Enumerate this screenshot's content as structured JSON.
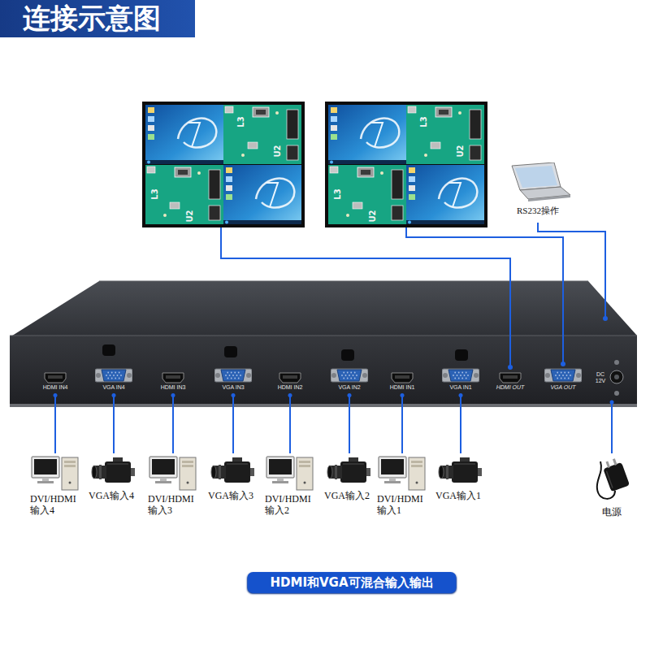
{
  "diagram": {
    "title": "连接示意图",
    "caption": "HDMI和VGA可混合输入输出",
    "nodes": [
      {
        "text": [
          "RS232操作"
        ]
      },
      {
        "text": [
          "HDMI IN4"
        ]
      },
      {
        "text": [
          "VGA IN4"
        ]
      },
      {
        "text": [
          "HDMI IN3"
        ]
      },
      {
        "text": [
          "VGA IN3"
        ]
      },
      {
        "text": [
          "HDMI IN2"
        ]
      },
      {
        "text": [
          "VGA IN2"
        ]
      },
      {
        "text": [
          "HDMI IN1"
        ]
      },
      {
        "text": [
          "VGA IN1"
        ]
      },
      {
        "text": [
          "HDMI OUT"
        ]
      },
      {
        "text": [
          "VGA OUT"
        ]
      },
      {
        "text": [
          "DC 12V"
        ]
      },
      {
        "text": [
          "DVI/HDMI 输入4"
        ]
      },
      {
        "text": [
          "VGA输入4"
        ]
      },
      {
        "text": [
          "DVI/HDMI 输入3"
        ]
      },
      {
        "text": [
          "VGA输入3"
        ]
      },
      {
        "text": [
          "DVI/HDMI 输入2"
        ]
      },
      {
        "text": [
          "VGA输入2"
        ]
      },
      {
        "text": [
          "DVI/HDMI 输入1"
        ]
      },
      {
        "text": [
          "VGA输入1"
        ]
      },
      {
        "text": [
          "电源"
        ]
      }
    ],
    "edges": [
      {
        "from": 12,
        "to": 1,
        "arrow": "none"
      },
      {
        "from": 13,
        "to": 2,
        "arrow": "none"
      },
      {
        "from": 14,
        "to": 3,
        "arrow": "none"
      },
      {
        "from": 15,
        "to": 4,
        "arrow": "none"
      },
      {
        "from": 16,
        "to": 5,
        "arrow": "none"
      },
      {
        "from": 17,
        "to": 6,
        "arrow": "none"
      },
      {
        "from": 18,
        "to": 7,
        "arrow": "none"
      },
      {
        "from": 19,
        "to": 8,
        "arrow": "none"
      },
      {
        "from": 20,
        "to": 11,
        "arrow": "none"
      }
    ],
    "labels": [
      "L3",
      "U2",
      "L3",
      "U2",
      "L3",
      "U2",
      "L3",
      "U2"
    ]
  }
}
